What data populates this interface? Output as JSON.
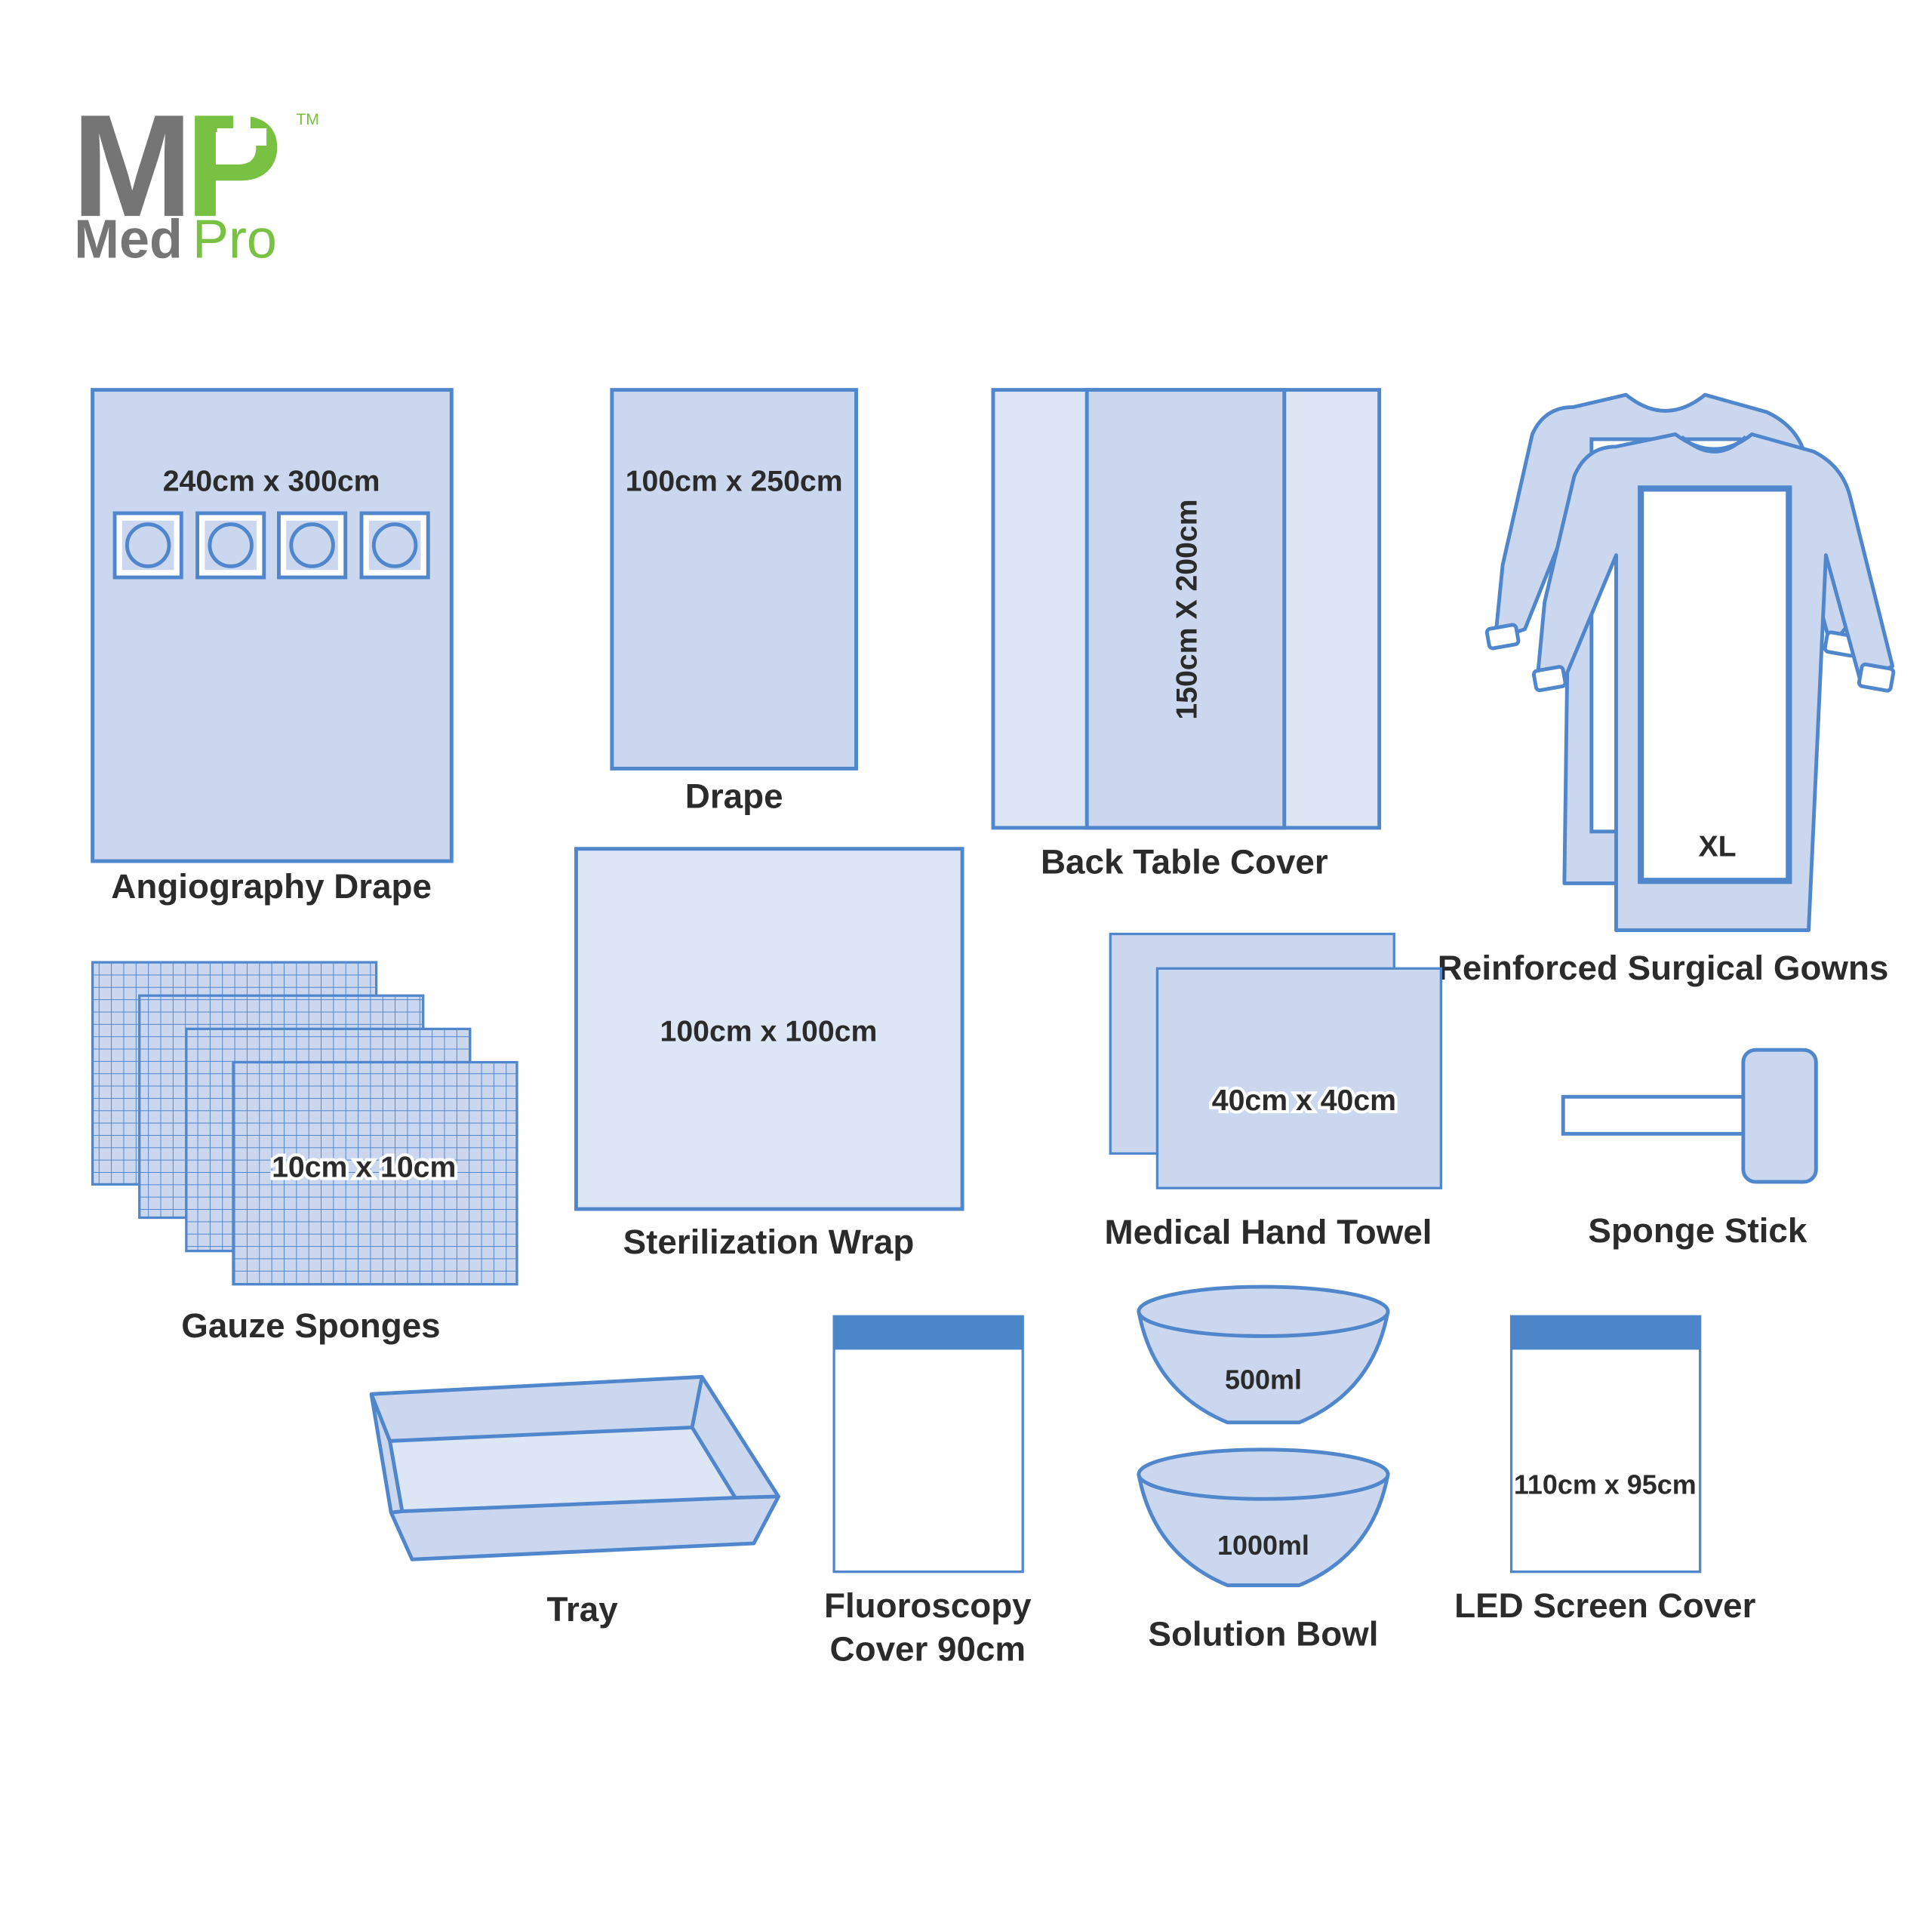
{
  "logo": {
    "monogram_m": "M",
    "monogram_p": "P",
    "trademark": "TM",
    "word_med": "Med",
    "word_pro": "Pro"
  },
  "colors": {
    "fill": "#cbd7ee",
    "fill_light": "#dde6f5",
    "stroke": "#4f86cc",
    "band": "#4a86c8",
    "logo_gray": "#757575",
    "logo_green": "#78c143",
    "text": "#2b2b2b"
  },
  "items": {
    "angiography_drape": {
      "dimension": "240cm x 300cm",
      "label": "Angiography Drape"
    },
    "drape": {
      "dimension": "100cm x 250cm",
      "label": "Drape"
    },
    "back_table_cover": {
      "dimension": "150cm X 200cm",
      "label": "Back Table Cover"
    },
    "surgical_gowns": {
      "size": "XL",
      "label": "Reinforced Surgical Gowns"
    },
    "gauze_sponges": {
      "dimension": "10cm x 10cm",
      "label": "Gauze Sponges"
    },
    "sterilization_wrap": {
      "dimension": "100cm x 100cm",
      "label": "Sterilization Wrap"
    },
    "hand_towel": {
      "dimension": "40cm x 40cm",
      "label": "Medical Hand Towel"
    },
    "sponge_stick": {
      "label": "Sponge Stick"
    },
    "tray": {
      "label": "Tray"
    },
    "fluoroscopy_cover": {
      "label_line1": "Fluoroscopy",
      "label_line2": "Cover 90cm"
    },
    "solution_bowl": {
      "small_volume": "500ml",
      "large_volume": "1000ml",
      "label": "Solution Bowl"
    },
    "led_screen_cover": {
      "dimension": "110cm x 95cm",
      "label": "LED Screen Cover"
    }
  }
}
